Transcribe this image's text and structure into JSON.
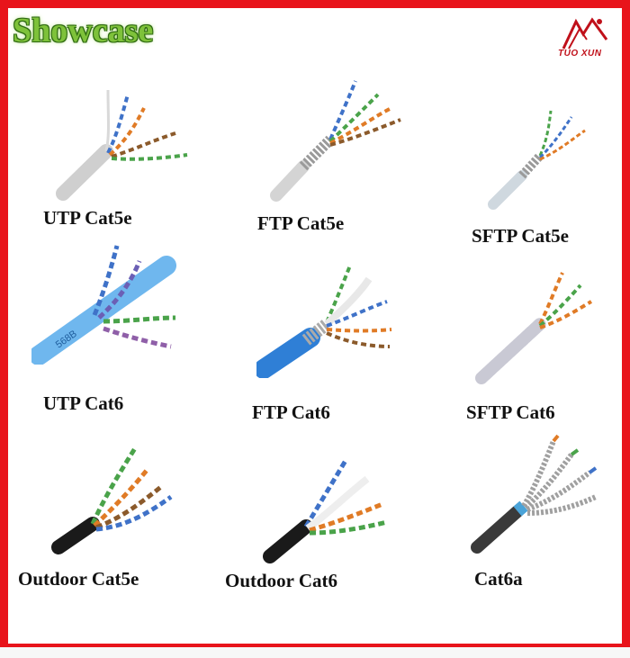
{
  "title": "Showcase",
  "brand": {
    "name": "TUO XUN"
  },
  "products": [
    {
      "label": "UTP Cat5e",
      "icon": "utp-cable-icon"
    },
    {
      "label": "FTP Cat5e",
      "icon": "ftp-cable-icon"
    },
    {
      "label": "SFTP Cat5e",
      "icon": "sftp-cable-icon"
    },
    {
      "label": "UTP Cat6",
      "icon": "utp-cat6-cable-icon"
    },
    {
      "label": "FTP Cat6",
      "icon": "ftp-cat6-cable-icon"
    },
    {
      "label": "SFTP Cat6",
      "icon": "sftp-cat6-cable-icon"
    },
    {
      "label": "Outdoor Cat5e",
      "icon": "outdoor-cat5e-cable-icon"
    },
    {
      "label": "Outdoor Cat6",
      "icon": "outdoor-cat6-cable-icon"
    },
    {
      "label": "Cat6a",
      "icon": "cat6a-cable-icon"
    }
  ],
  "colors": {
    "border": "#e8141b",
    "title_green": "#7ec23a",
    "brand_red": "#c0101a"
  }
}
